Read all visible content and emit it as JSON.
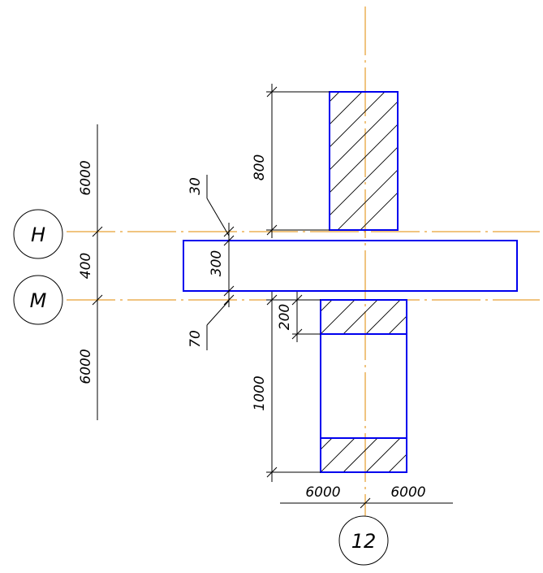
{
  "axes": {
    "H": "Н",
    "M": "М",
    "col12": "12"
  },
  "dims": {
    "top_span": "6000",
    "gap_hm": "400",
    "bottom_span": "6000",
    "d30": "30",
    "d70": "70",
    "d300": "300",
    "d800": "800",
    "d200": "200",
    "d1000": "1000",
    "left_span": "6000",
    "right_span": "6000"
  },
  "colors": {
    "structure": "#0000ee",
    "axis_line": "#e08a00",
    "dimension": "#000000"
  }
}
